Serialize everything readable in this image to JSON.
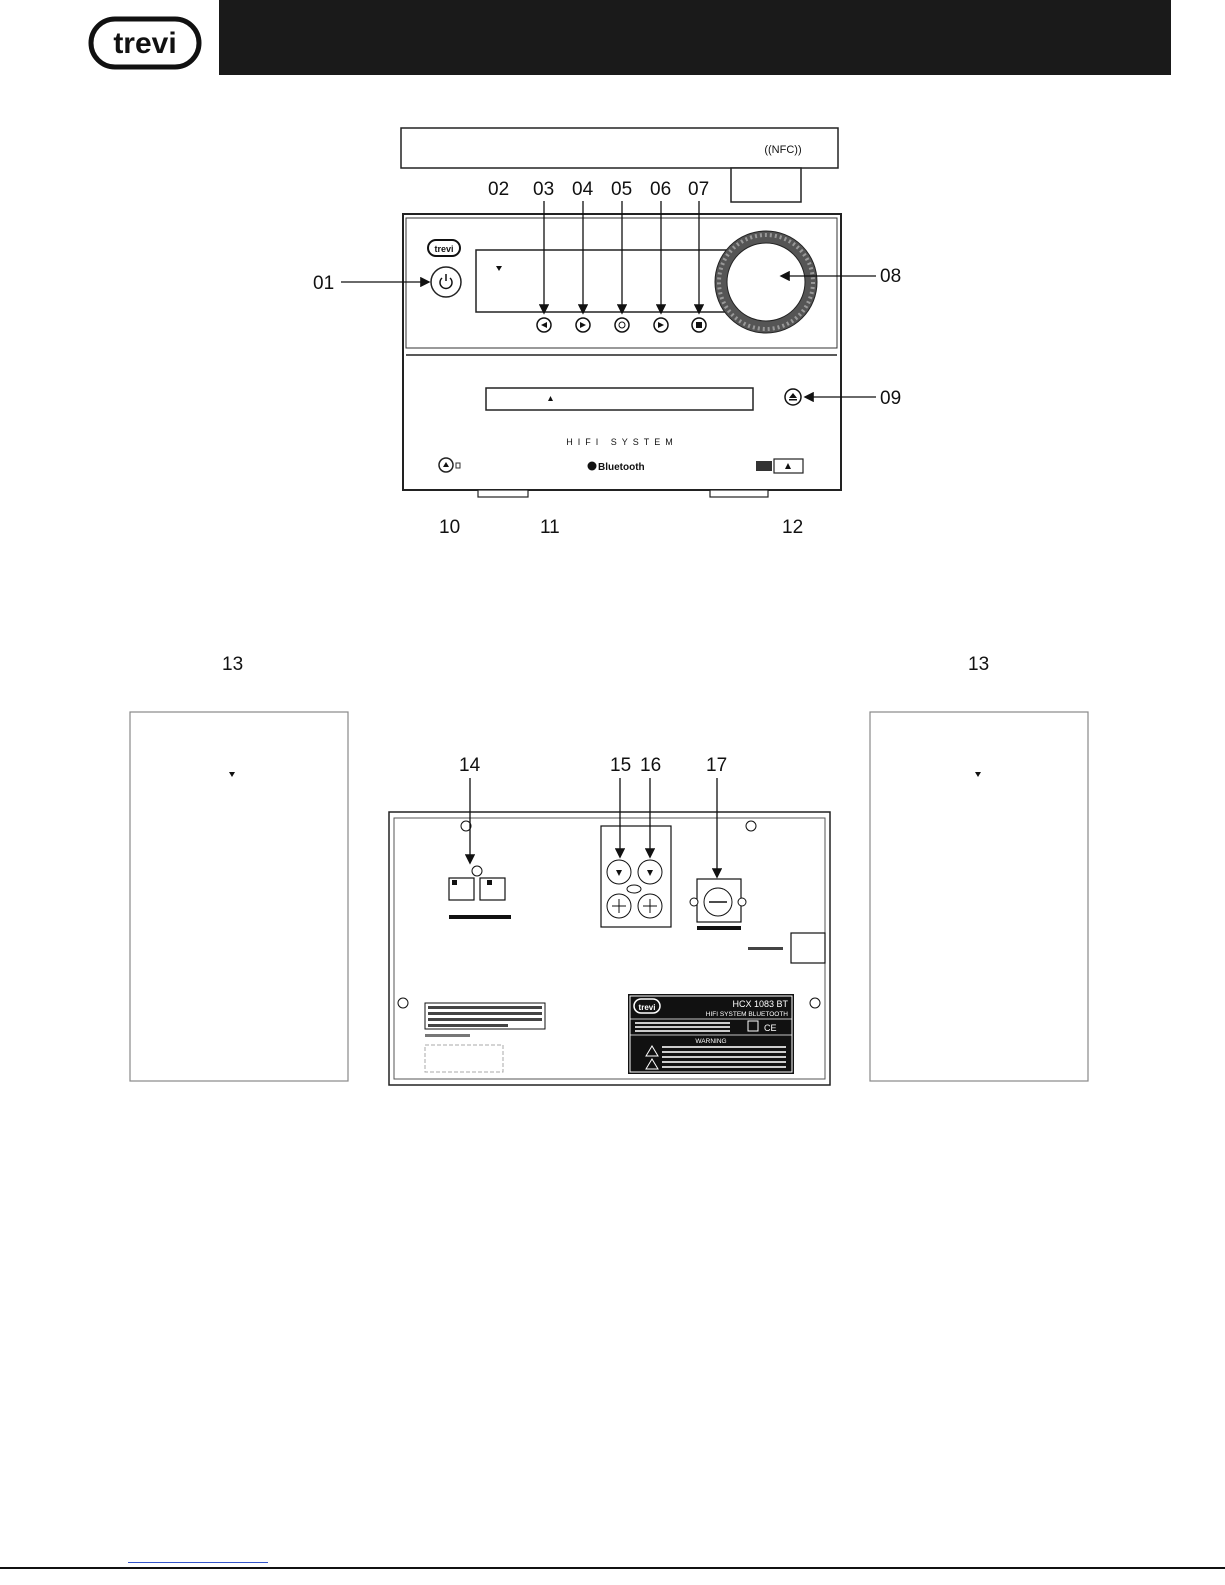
{
  "brand": {
    "logo_text": "trevi"
  },
  "front_view": {
    "nfc_label": "((NFC))",
    "device_badge": "trevi",
    "hifi_label": "HIFI SYSTEM",
    "bluetooth_label": "Bluetooth",
    "callouts": [
      "01",
      "02",
      "03",
      "04",
      "05",
      "06",
      "07",
      "08",
      "09",
      "10",
      "11",
      "12"
    ]
  },
  "rear_view": {
    "callouts": [
      "13",
      "13",
      "14",
      "15",
      "16",
      "17"
    ],
    "rating_label": {
      "brand": "trevi",
      "model": "HCX 1083 BT",
      "subtitle": "HIFI SYSTEM BLUETOOTH",
      "warning": "WARNING"
    }
  }
}
